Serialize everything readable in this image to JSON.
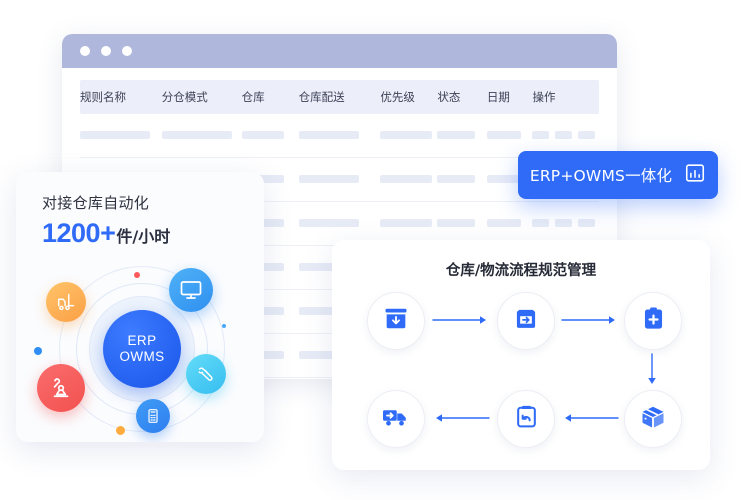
{
  "window": {
    "name": "warehouse-rule-table-window",
    "traffic_lights": [
      "dot-1",
      "dot-2",
      "dot-3"
    ],
    "table": {
      "columns": [
        "规则名称",
        "分仓模式",
        "仓库",
        "仓库配送",
        "优先级",
        "状态",
        "日期",
        "操作"
      ],
      "placeholder_rows": 6
    }
  },
  "left_card": {
    "title": "对接仓库自动化",
    "stat_number": "1200+",
    "stat_unit": "件/小时",
    "core_line1": "ERP",
    "core_line2": "OWMS",
    "orbit_icons": [
      {
        "name": "forklift-icon",
        "color": "#fba346"
      },
      {
        "name": "monitor-icon",
        "color": "#2f8ff0"
      },
      {
        "name": "robot-arm-icon",
        "color": "#f2514f"
      },
      {
        "name": "barcode-scanner-icon",
        "color": "#36bdf0"
      },
      {
        "name": "handheld-pda-icon",
        "color": "#2f7df0"
      }
    ]
  },
  "badge": {
    "label": "ERP+OWMS一体化",
    "icon": "bar-chart-icon",
    "color": "#2f6bf7"
  },
  "flow_card": {
    "title": "仓库/物流流程规范管理",
    "steps": [
      {
        "name": "inbox-download-icon",
        "order": 1
      },
      {
        "name": "box-arrow-right-icon",
        "order": 2
      },
      {
        "name": "clipboard-plus-icon",
        "order": 3
      },
      {
        "name": "package-box-icon",
        "order": 4
      },
      {
        "name": "clipboard-return-icon",
        "order": 5
      },
      {
        "name": "delivery-truck-icon",
        "order": 6
      }
    ],
    "arrows": [
      "right",
      "right",
      "down",
      "left",
      "left"
    ],
    "accent_color": "#2f6bf7"
  }
}
